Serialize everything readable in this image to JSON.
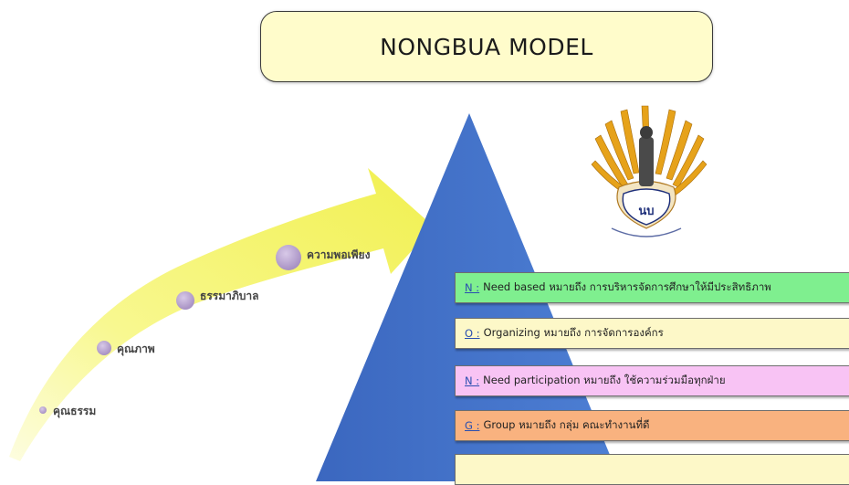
{
  "title": "NONGBUA MODEL",
  "arrow_stages": [
    {
      "label": "คุณธรรม"
    },
    {
      "label": "คุณภาพ"
    },
    {
      "label": "ธรรมาภิบาล"
    },
    {
      "label": "ความพอเพียง"
    }
  ],
  "pillars": [
    {
      "code": "N :",
      "text": "Need based หมายถึง การบริหารจัดการศึกษาให้มีประสิทธิภาพ",
      "color": "#7fef8f"
    },
    {
      "code": "O :",
      "text": "Organizing หมายถึง การจัดการองค์กร",
      "color": "#fdf8c8"
    },
    {
      "code": "N :",
      "text": "Need participation หมายถึง ใช้ความร่วมมือทุกฝ่าย",
      "color": "#f8c3f4"
    },
    {
      "code": "G :",
      "text": "Group หมายถึง กลุ่ม คณะทำงานที่ดี",
      "color": "#f9b27f"
    }
  ],
  "logo": {
    "icon": "school-emblem-icon",
    "emblem_text": "นบ"
  },
  "colors": {
    "pyramid": "#4472c4",
    "arrow": "#f5f56a",
    "dot": "#b9a2cf"
  }
}
